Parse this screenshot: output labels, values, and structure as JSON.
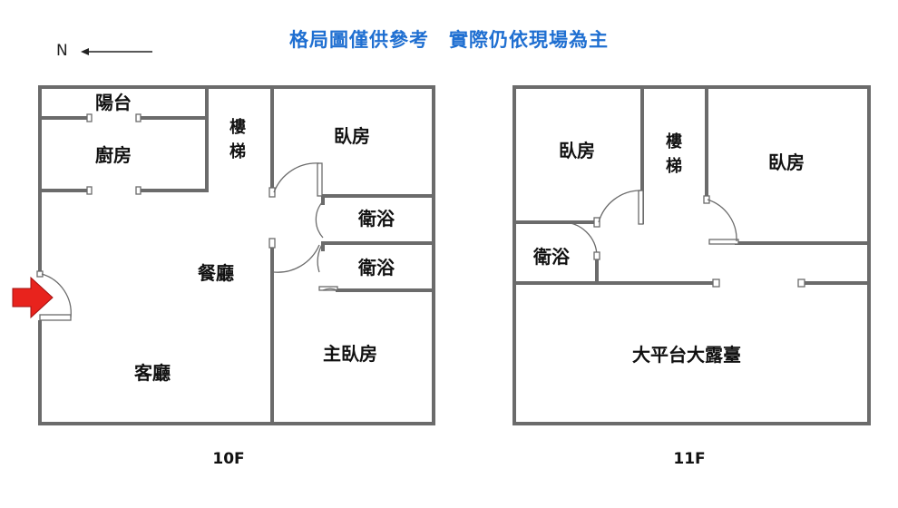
{
  "header": {
    "title": "格局圖僅供參考　實際仍依現場為主",
    "north_label": "N"
  },
  "floor_10f": {
    "label": "10F",
    "rooms": {
      "balcony": "陽台",
      "kitchen": "廚房",
      "stairs_top": "樓",
      "stairs_bottom": "梯",
      "bedroom": "臥房",
      "bathroom_1": "衛浴",
      "bathroom_2": "衛浴",
      "dining": "餐廳",
      "living": "客廳",
      "master_bedroom": "主臥房"
    }
  },
  "floor_11f": {
    "label": "11F",
    "rooms": {
      "bedroom_left": "臥房",
      "stairs_top": "樓",
      "stairs_bottom": "梯",
      "bedroom_right": "臥房",
      "bathroom": "衛浴",
      "terrace": "大平台大露臺"
    }
  },
  "colors": {
    "wall": "#6b6b6b",
    "title": "#1f6fd1",
    "entry_arrow": "#e8231d"
  }
}
